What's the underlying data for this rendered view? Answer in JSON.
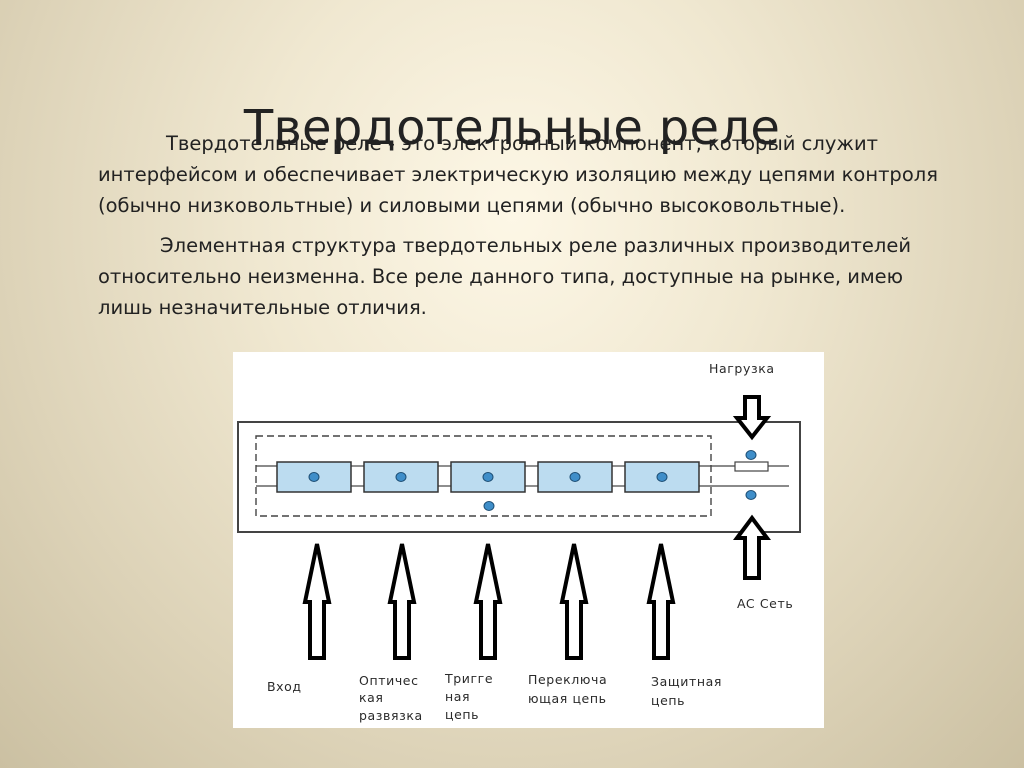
{
  "slide": {
    "title": "Твердотельные реле",
    "paragraphs": [
      "Твердотельные реле - это электронный компонент, который служит интерфейсом и обеспечивает электрическую изоляцию между цепями контроля (обычно низковольтные) и силовыми цепями (обычно высоковольтные).",
      "Элементная структура твердотельных реле различных производителей относительно неизменна. Все реле данного типа, доступные на рынке, имею лишь незначительные отличия."
    ]
  },
  "diagram": {
    "top_label": "Нагрузка",
    "right_label": "AC Сеть",
    "bottom_labels": [
      [
        "Вход"
      ],
      [
        "Оптичес",
        "кая",
        "развязка"
      ],
      [
        "Тригге",
        "ная",
        "цепь"
      ],
      [
        "Переключа",
        "ющая цепь"
      ],
      [
        "Защитная",
        "цепь"
      ]
    ],
    "colors": {
      "block_fill": "#bcdcf0",
      "block_stroke": "#333333",
      "led": "#3f8ec9"
    }
  }
}
